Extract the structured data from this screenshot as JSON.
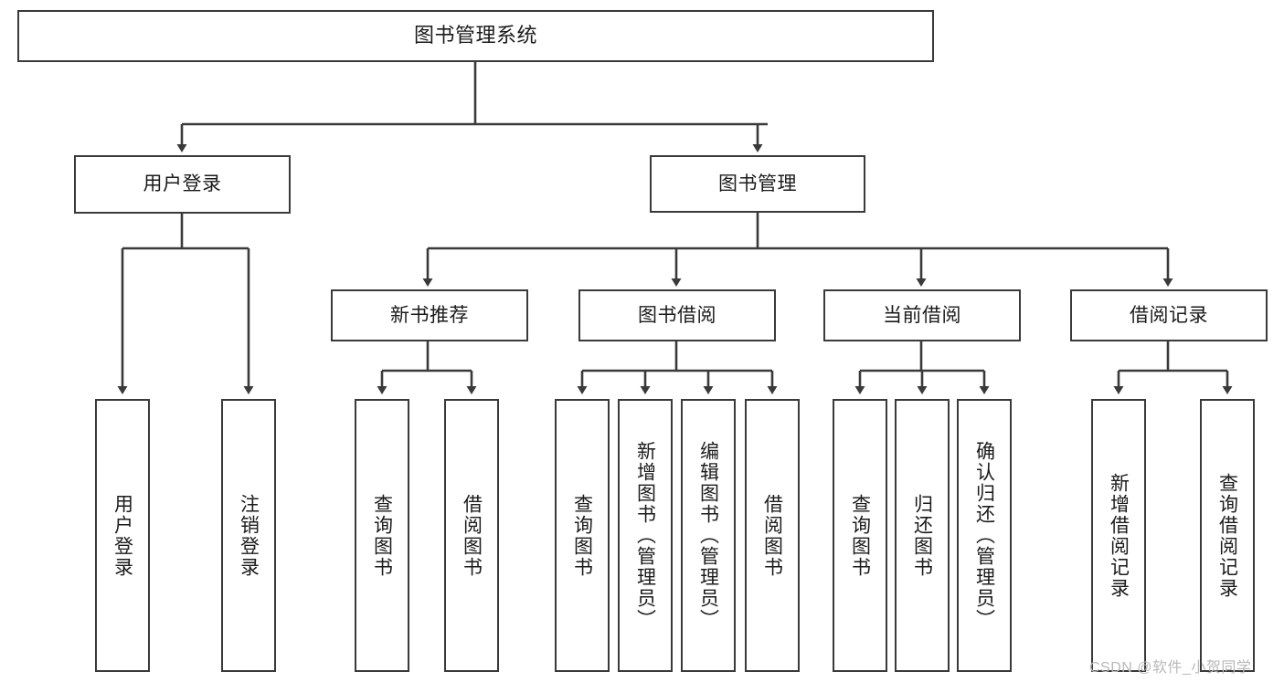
{
  "diagram": {
    "title_node": {
      "label": "图书管理系统"
    },
    "level2": [
      {
        "id": "user-login",
        "label": "用户登录"
      },
      {
        "id": "book-management",
        "label": "图书管理"
      }
    ],
    "level3": [
      {
        "id": "new-book-recommend",
        "label": "新书推荐"
      },
      {
        "id": "book-borrow",
        "label": "图书借阅"
      },
      {
        "id": "current-borrow",
        "label": "当前借阅"
      },
      {
        "id": "borrow-record",
        "label": "借阅记录"
      }
    ],
    "leaves": {
      "user_login": [
        {
          "id": "leaf-user-login",
          "label": "用户登录"
        },
        {
          "id": "leaf-logout-login",
          "label": "注销登录"
        }
      ],
      "new_book_recommend": [
        {
          "id": "leaf-query-book-1",
          "label": "查询图书"
        },
        {
          "id": "leaf-borrow-book-1",
          "label": "借阅图书"
        }
      ],
      "book_borrow": [
        {
          "id": "leaf-query-book-2",
          "label": "查询图书"
        },
        {
          "id": "leaf-add-book-admin",
          "label": "新增图书（管理员）"
        },
        {
          "id": "leaf-edit-book-admin",
          "label": "编辑图书（管理员）"
        },
        {
          "id": "leaf-borrow-book-2",
          "label": "借阅图书"
        }
      ],
      "current_borrow": [
        {
          "id": "leaf-query-book-3",
          "label": "查询图书"
        },
        {
          "id": "leaf-return-book",
          "label": "归还图书"
        },
        {
          "id": "leaf-confirm-return-admin",
          "label": "确认归还（管理员）"
        }
      ],
      "borrow_record": [
        {
          "id": "leaf-add-borrow-record",
          "label": "新增借阅记录"
        },
        {
          "id": "leaf-query-borrow-record",
          "label": "查询借阅记录"
        }
      ]
    },
    "watermark": "CSDN @软件_小贺同学",
    "colors": {
      "stroke": "#3a3a3a",
      "text": "#1b1b1b",
      "background": "#ffffff",
      "watermark": "#b9b9b9"
    }
  }
}
